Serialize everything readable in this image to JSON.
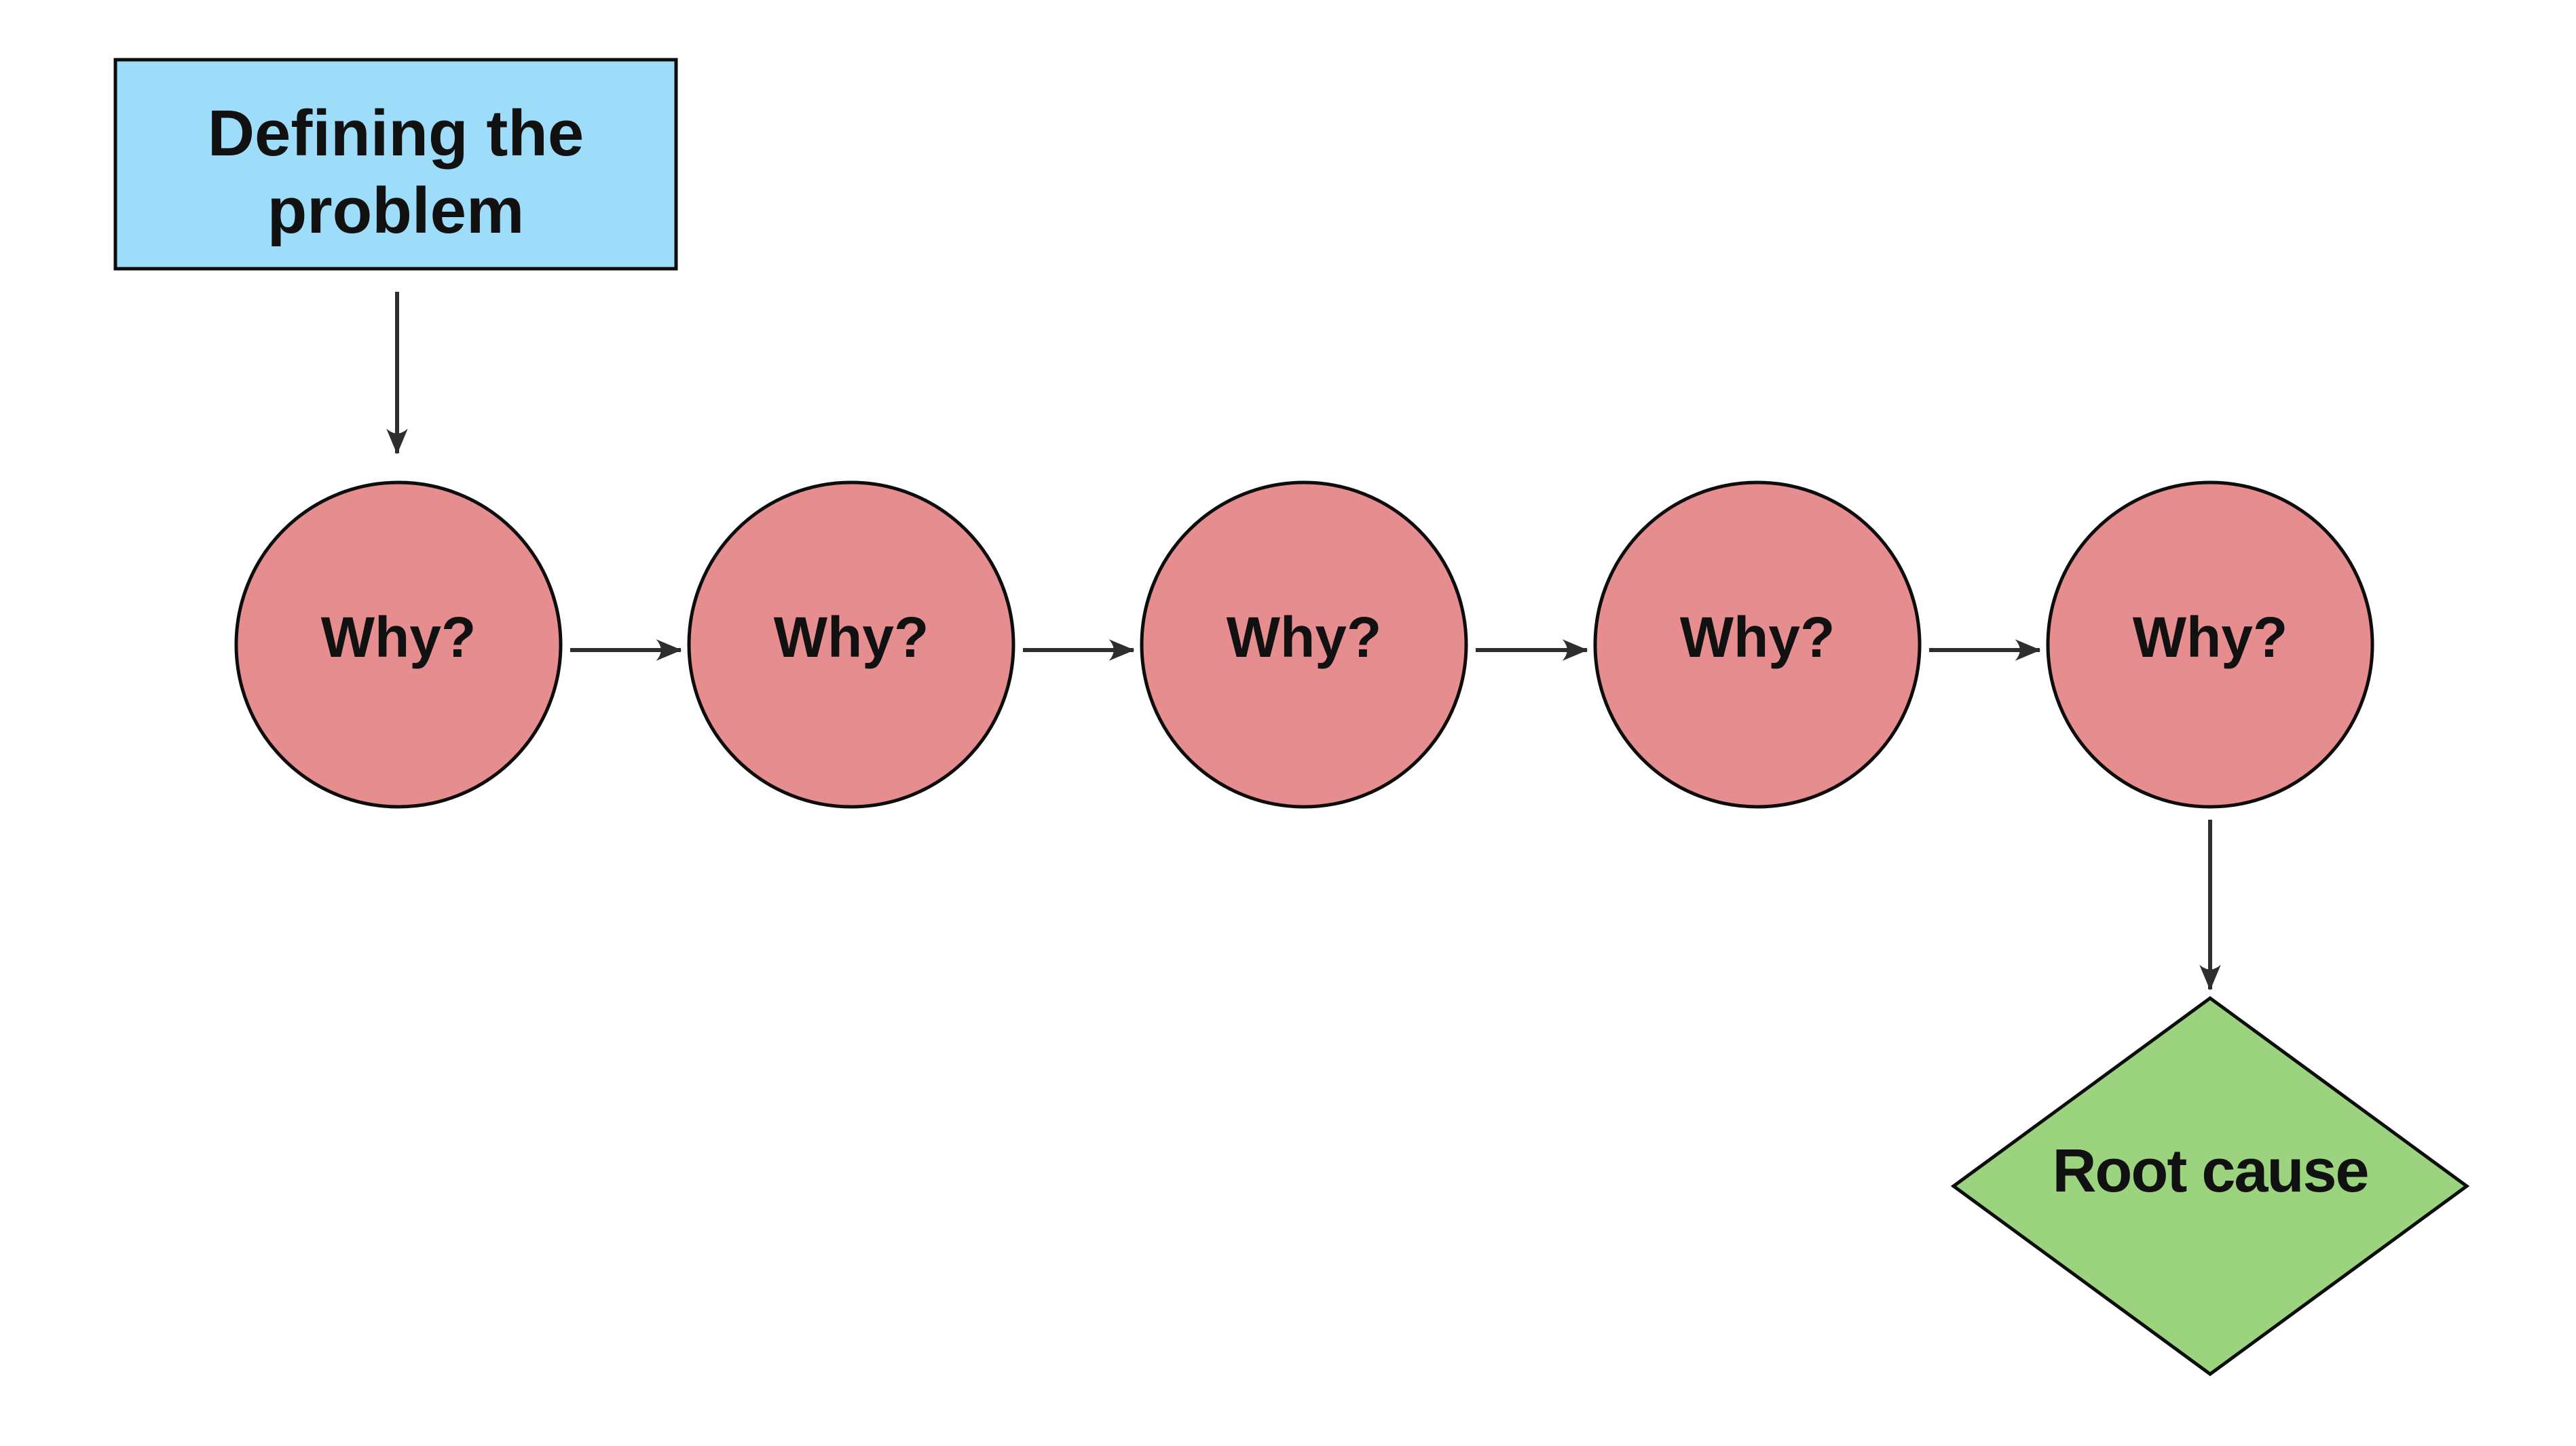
{
  "nodes": {
    "problem": {
      "line1": "Defining the",
      "line2": "problem"
    },
    "whys": [
      {
        "label": "Why?"
      },
      {
        "label": "Why?"
      },
      {
        "label": "Why?"
      },
      {
        "label": "Why?"
      },
      {
        "label": "Why?"
      }
    ],
    "root": {
      "label": "Root cause"
    }
  },
  "colors": {
    "background": "#FFFFFF",
    "problem_fill": "#9EDDF9",
    "why_fill": "#E68D90",
    "root_fill": "#9CD37E",
    "outline": "#0D0D0D",
    "arrow": "#2E2E2E",
    "text": "#111111"
  }
}
